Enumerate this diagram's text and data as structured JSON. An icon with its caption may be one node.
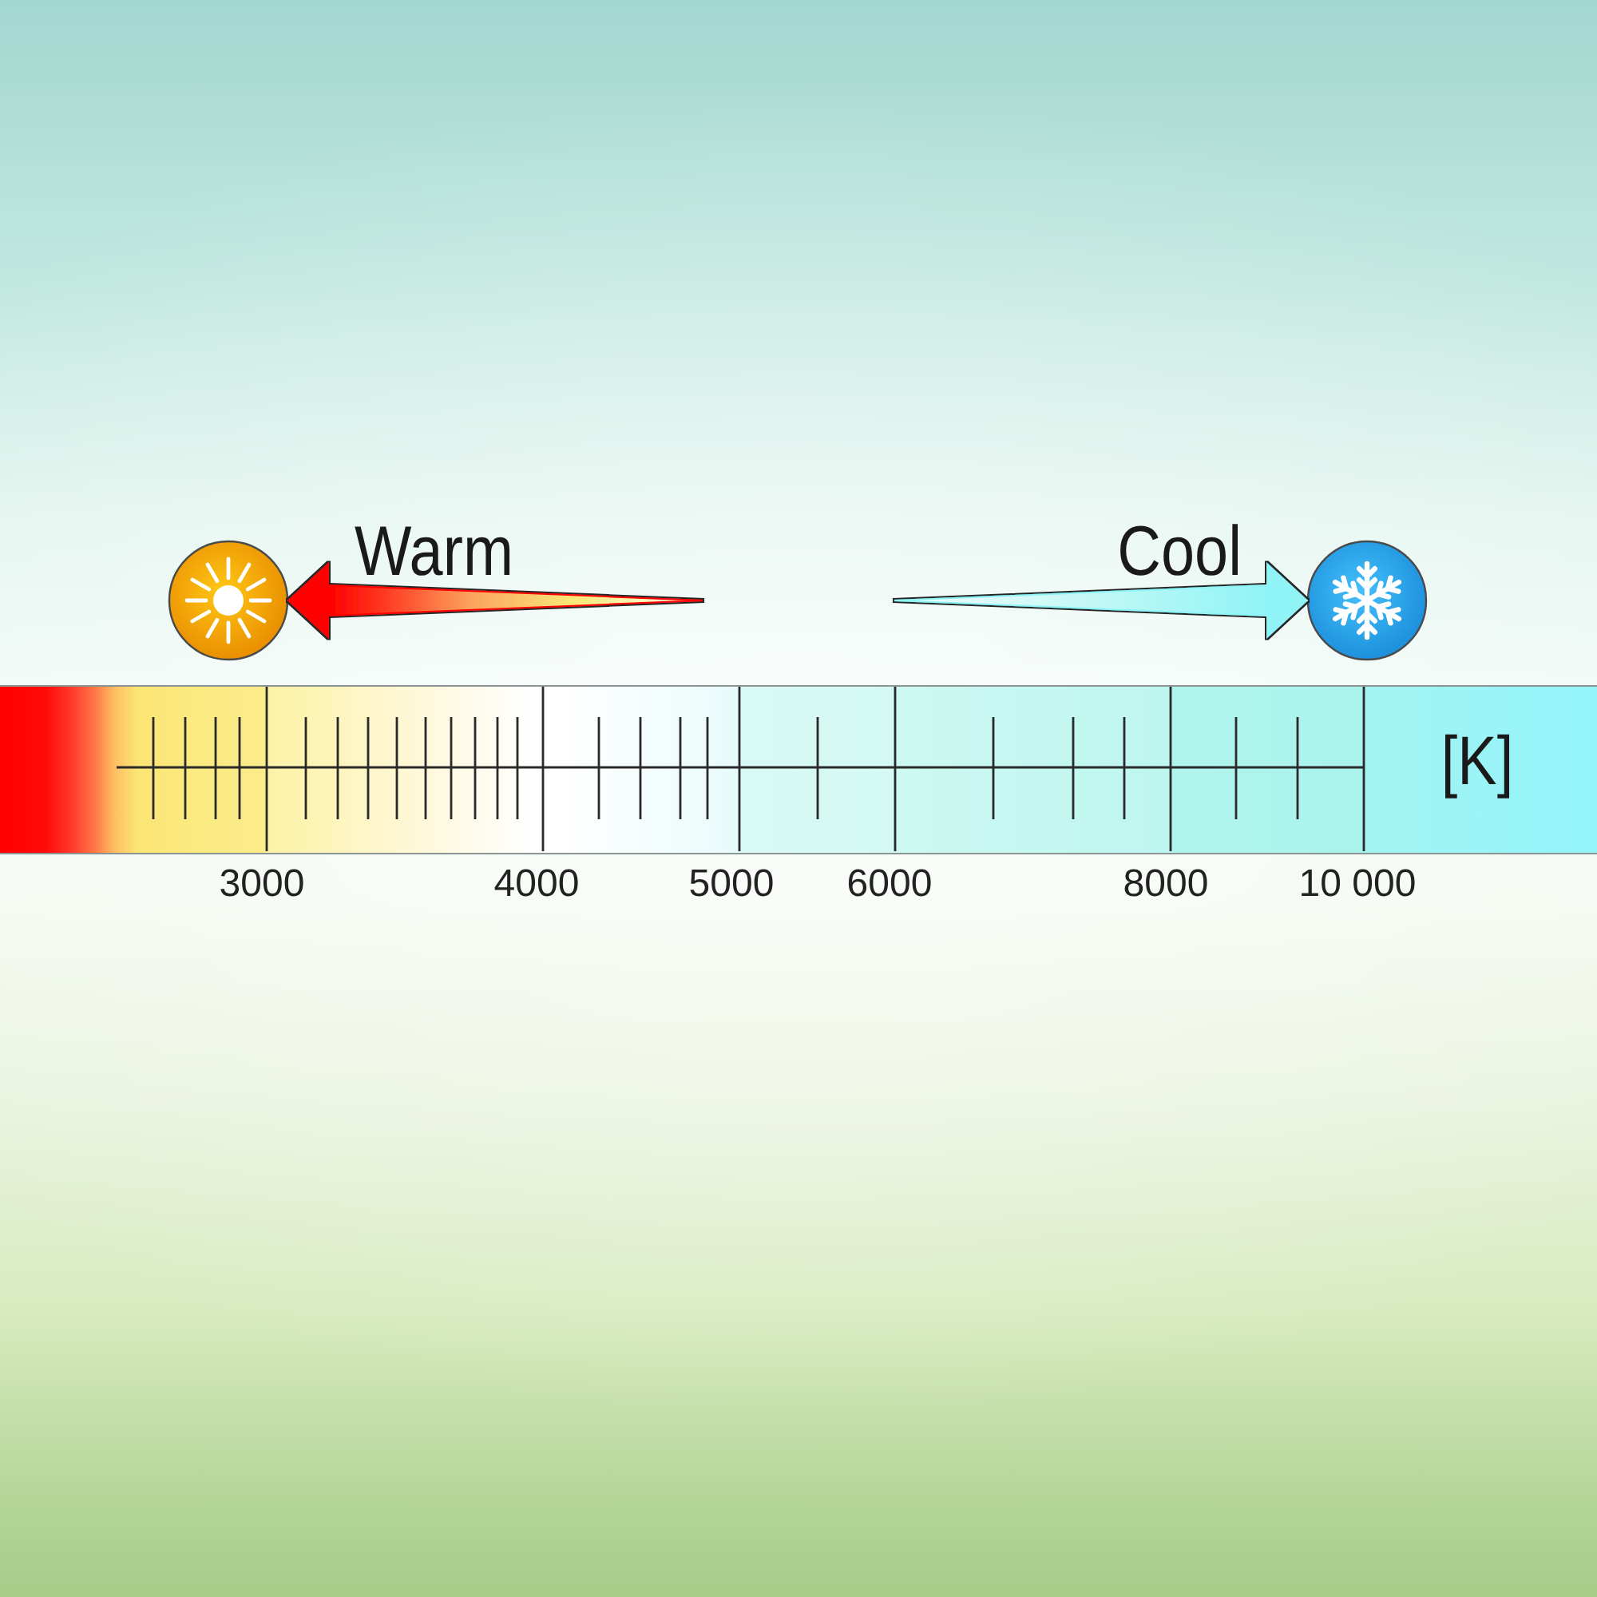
{
  "diagram": {
    "nodes": [
      {
        "text": [],
        "shape": "circle"
      },
      {
        "text": [],
        "shape": "circle"
      },
      {
        "text": [
          "[K]"
        ],
        "beside": [
          "3000",
          "4000",
          "5000",
          "6000",
          "8000",
          "10 000"
        ]
      }
    ],
    "edges": [
      {
        "from": null,
        "to": 0,
        "arrow": "to",
        "label": "Warm",
        "color": "#ff0000"
      },
      {
        "from": null,
        "to": 1,
        "arrow": "to",
        "label": "Cool",
        "color": "#90f4f6"
      }
    ]
  }
}
